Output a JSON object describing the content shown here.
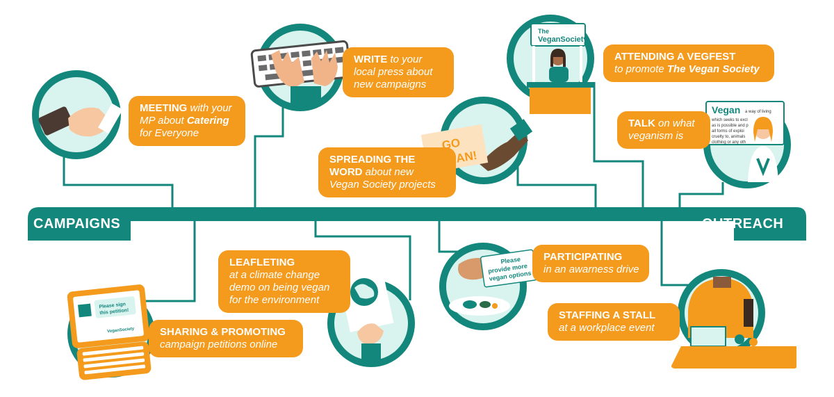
{
  "colors": {
    "teal": "#13877c",
    "orange": "#f49a1c",
    "mint": "#d9f3ef",
    "white": "#ffffff"
  },
  "band": {
    "left": "CAMPAIGNS",
    "right": "OUTREACH"
  },
  "items": [
    {
      "id": "meeting",
      "lines": [
        [
          "MEETING",
          " with your"
        ],
        [
          "MP about ",
          "Catering"
        ],
        [
          "for Everyone"
        ]
      ]
    },
    {
      "id": "write",
      "lines": [
        [
          "WRITE",
          " to your"
        ],
        [
          "local press about"
        ],
        [
          "new campaigns"
        ]
      ]
    },
    {
      "id": "spreading",
      "lines": [
        [
          "SPREADING THE"
        ],
        [
          "WORD",
          " about new"
        ],
        [
          "Vegan Society projects"
        ]
      ]
    },
    {
      "id": "vegfest",
      "lines": [
        [
          "ATTENDING A VEGFEST"
        ],
        [
          "to promote ",
          "The Vegan Society"
        ]
      ]
    },
    {
      "id": "talk",
      "lines": [
        [
          "TALK",
          " on what"
        ],
        [
          "veganism is"
        ]
      ]
    },
    {
      "id": "sharing",
      "lines": [
        [
          "SHARING & PROMOTING"
        ],
        [
          "campaign petitions online"
        ]
      ]
    },
    {
      "id": "leafleting",
      "lines": [
        [
          "LEAFLETING"
        ],
        [
          "at a climate change"
        ],
        [
          "demo on being vegan"
        ],
        [
          "for the environment"
        ]
      ]
    },
    {
      "id": "participating",
      "lines": [
        [
          "PARTICIPATING"
        ],
        [
          "in an awarness drive"
        ]
      ]
    },
    {
      "id": "staffing",
      "lines": [
        [
          "STAFFING A STALL"
        ],
        [
          "at a workplace event"
        ]
      ]
    }
  ],
  "illustration_text": {
    "go_vegan_1": "GO",
    "go_vegan_2": "VEGAN!",
    "sign_the": "The",
    "sign_name": "VeganSociety",
    "board_title": "Vegan",
    "board_sub": "a way of living",
    "board_lines": [
      "which seeks to excl",
      "as is possible and p",
      "all forms of exploi",
      "cruelty to, animals",
      "clothing or any oth"
    ],
    "petition_1": "Please sign",
    "petition_2": "this petition!",
    "petition_logo": "VeganSociety",
    "options_1": "Please",
    "options_2": "provide more",
    "options_3": "vegan options"
  }
}
